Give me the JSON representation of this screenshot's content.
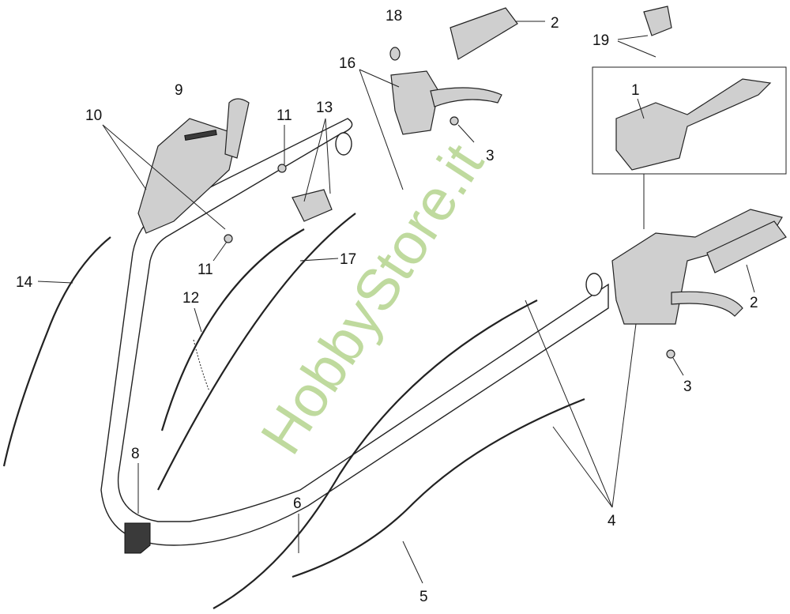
{
  "diagram": {
    "labels": [
      "18",
      "2",
      "19",
      "16",
      "9",
      "10",
      "11",
      "13",
      "1",
      "3",
      "11",
      "17",
      "14",
      "12",
      "2",
      "3",
      "8",
      "6",
      "4",
      "5"
    ],
    "watermark": "HobbyStore.it",
    "colors": {
      "watermark": "#b5d48e",
      "lines": "#222222"
    }
  }
}
